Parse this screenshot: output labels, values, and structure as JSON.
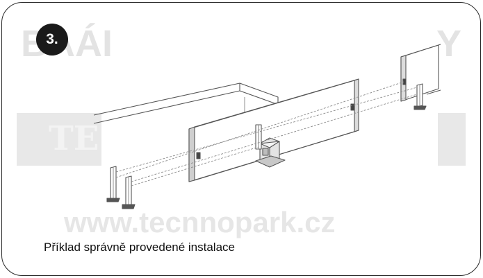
{
  "step_number": "3.",
  "caption": "Příklad správně provedené instalace",
  "watermark": {
    "site": "www.tecnnopark.cz",
    "left_fragment": "BAÁI",
    "right_fragment": "Y",
    "bar_text": "TE"
  },
  "icons": [
    "fence-wall",
    "photocell-post",
    "gate-motor"
  ]
}
